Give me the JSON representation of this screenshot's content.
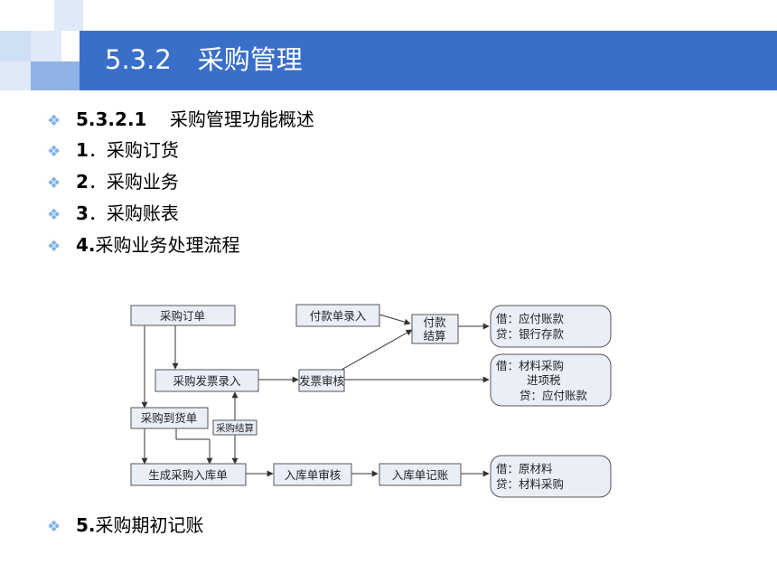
{
  "header": {
    "title": "5.3.2　采购管理"
  },
  "bullets": [
    {
      "num": "5.3.2.1",
      "text": "采购管理功能概述"
    },
    {
      "num": "1",
      "text": "．采购订货"
    },
    {
      "num": "2",
      "text": "．采购业务"
    },
    {
      "num": "3",
      "text": "．采购账表"
    },
    {
      "num": "4.",
      "text": "采购业务处理流程"
    },
    {
      "num": "5.",
      "text": "采购期初记账"
    }
  ],
  "diagram": {
    "purchase_order": "采购订单",
    "invoice_entry": "采购发票录入",
    "arrival_note": "采购到货单",
    "settlement": "采购结算",
    "generate_receipt": "生成采购入库单",
    "payment_entry": "付款单录入",
    "invoice_review": "发票审核",
    "payment_settle_1": "付款",
    "payment_settle_2": "结算",
    "receipt_review": "入库单审核",
    "receipt_posting": "入库单记账",
    "entry1_line1": "借：应付账款",
    "entry1_line2": "贷：银行存款",
    "entry2_line1": "借：材料采购",
    "entry2_line2": "进项税",
    "entry2_line3": "贷：应付账款",
    "entry3_line1": "借：原材料",
    "entry3_line2": "贷：材料采购"
  }
}
